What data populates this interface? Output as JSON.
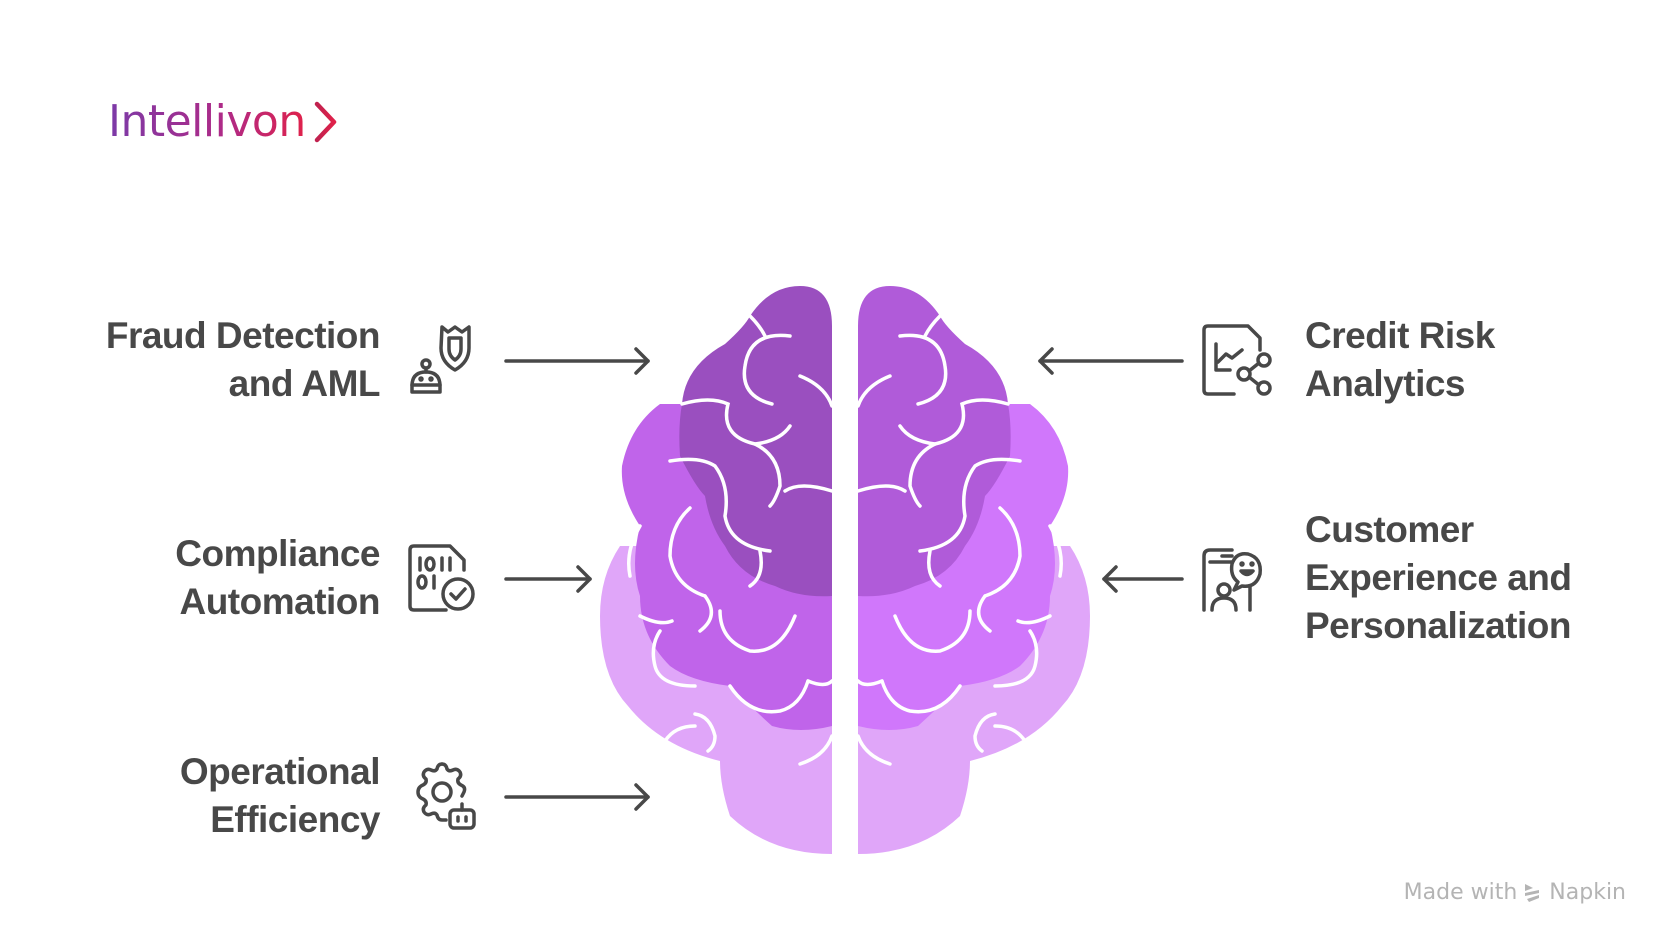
{
  "brand": {
    "name": "Intellivon",
    "chevron": ">"
  },
  "colors": {
    "text": "#484848",
    "brain_frontal_left": "#9a4fbf",
    "brain_frontal_right": "#b05bd9",
    "brain_mid_left": "#c064ea",
    "brain_mid_right": "#d077fb",
    "brain_lower": "#e0a6f9",
    "logo_gradient": [
      "#7b3aa8",
      "#e0214a"
    ],
    "watermark": "#b4b4b4"
  },
  "left_items": [
    {
      "line1": "Fraud Detection",
      "line2": "and AML",
      "icon": "robot-shield-icon"
    },
    {
      "line1": "Compliance",
      "line2": "Automation",
      "icon": "binary-document-check-icon"
    },
    {
      "line1": "Operational",
      "line2": "Efficiency",
      "icon": "gear-robot-icon"
    }
  ],
  "right_items": [
    {
      "line1": "Credit Risk",
      "line2": "Analytics",
      "icon": "chart-document-share-icon"
    },
    {
      "line1": "Customer",
      "line2": "Experience and",
      "line3": "Personalization",
      "icon": "phone-user-smiley-chat-icon"
    }
  ],
  "center": {
    "graphic": "brain-icon"
  },
  "watermark": {
    "prefix": "Made with",
    "brand": "Napkin"
  }
}
